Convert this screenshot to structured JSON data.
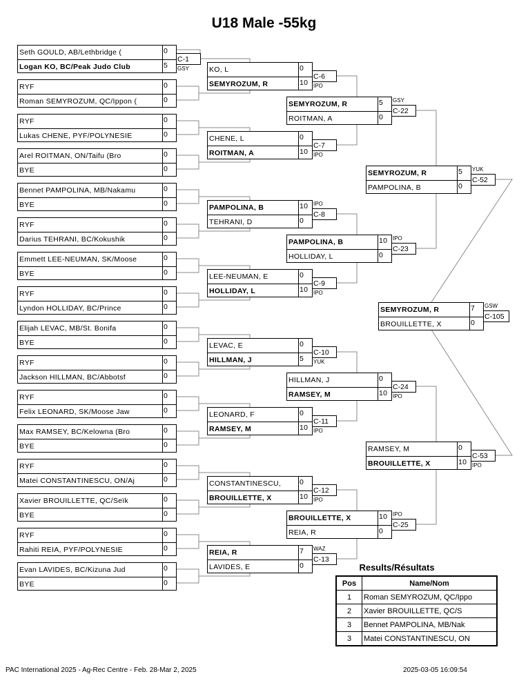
{
  "title": "U18 Male -55kg",
  "round1": [
    {
      "a": "Seth GOULD, AB/Lethbridge (",
      "as": "0",
      "b": "Logan KO, BC/Peak Judo Club",
      "bs": "5",
      "win": "b",
      "match": "C-1",
      "code": "GSY"
    },
    {
      "a": "RYF",
      "as": "0",
      "b": "Roman SEMYROZUM, QC/Ippon (",
      "bs": "0"
    },
    {
      "a": "RYF",
      "as": "0",
      "b": "Lukas CHENE, PYF/POLYNESIE",
      "bs": "0"
    },
    {
      "a": "Arel ROITMAN, ON/Taifu (Bro",
      "as": "0",
      "b": "BYE",
      "bs": "0"
    },
    {
      "a": "Bennet PAMPOLINA, MB/Nakamu",
      "as": "0",
      "b": "BYE",
      "bs": "0"
    },
    {
      "a": "RYF",
      "as": "0",
      "b": "Darius TEHRANI, BC/Kokushik",
      "bs": "0"
    },
    {
      "a": "Emmett LEE-NEUMAN, SK/Moose",
      "as": "0",
      "b": "BYE",
      "bs": "0"
    },
    {
      "a": "RYF",
      "as": "0",
      "b": "Lyndon HOLLIDAY, BC/Prince",
      "bs": "0"
    },
    {
      "a": "Elijah LEVAC, MB/St. Bonifa",
      "as": "0",
      "b": "BYE",
      "bs": "0"
    },
    {
      "a": "RYF",
      "as": "0",
      "b": "Jackson HILLMAN, BC/Abbotsf",
      "bs": "0"
    },
    {
      "a": "RYF",
      "as": "0",
      "b": "Felix LEONARD, SK/Moose Jaw",
      "bs": "0"
    },
    {
      "a": "Max RAMSEY, BC/Kelowna (Bro",
      "as": "0",
      "b": "BYE",
      "bs": "0"
    },
    {
      "a": "RYF",
      "as": "0",
      "b": "Matei CONSTANTINESCU, ON/Aj",
      "bs": "0"
    },
    {
      "a": "Xavier BROUILLETTE, QC/Seïk",
      "as": "0",
      "b": "BYE",
      "bs": "0"
    },
    {
      "a": "RYF",
      "as": "0",
      "b": "Rahiti REIA, PYF/POLYNESIE",
      "bs": "0"
    },
    {
      "a": "Evan LAVIDES, BC/Kizuna Jud",
      "as": "0",
      "b": "BYE",
      "bs": "0"
    }
  ],
  "round2": [
    {
      "a": "KO, L",
      "as": "0",
      "b": "SEMYROZUM, R",
      "bs": "10",
      "win": "b",
      "match": "C-6",
      "code": "IPO"
    },
    {
      "a": "CHENE, L",
      "as": "0",
      "b": "ROITMAN, A",
      "bs": "10",
      "win": "b",
      "match": "C-7",
      "code": "IPO"
    },
    {
      "a": "PAMPOLINA, B",
      "as": "10",
      "b": "TEHRANI, D",
      "bs": "0",
      "win": "a",
      "match": "C-8",
      "code": "IPO"
    },
    {
      "a": "LEE-NEUMAN, E",
      "as": "0",
      "b": "HOLLIDAY, L",
      "bs": "10",
      "win": "b",
      "match": "C-9",
      "code": "IPO"
    },
    {
      "a": "LEVAC, E",
      "as": "0",
      "b": "HILLMAN, J",
      "bs": "5",
      "win": "b",
      "match": "C-10",
      "code": "YUK"
    },
    {
      "a": "LEONARD, F",
      "as": "0",
      "b": "RAMSEY, M",
      "bs": "10",
      "win": "b",
      "match": "C-11",
      "code": "IPO"
    },
    {
      "a": "CONSTANTINESCU,",
      "as": "0",
      "b": "BROUILLETTE, X",
      "bs": "10",
      "win": "b",
      "match": "C-12",
      "code": "IPO"
    },
    {
      "a": "REIA, R",
      "as": "7",
      "b": "LAVIDES, E",
      "bs": "0",
      "win": "a",
      "match": "C-13",
      "code": "WAZ"
    }
  ],
  "round3": [
    {
      "a": "SEMYROZUM, R",
      "as": "5",
      "b": "ROITMAN, A",
      "bs": "0",
      "win": "a",
      "match": "C-22",
      "code": "GSY"
    },
    {
      "a": "PAMPOLINA, B",
      "as": "10",
      "b": "HOLLIDAY, L",
      "bs": "0",
      "win": "a",
      "match": "C-23",
      "code": "IPO"
    },
    {
      "a": "HILLMAN, J",
      "as": "0",
      "b": "RAMSEY, M",
      "bs": "10",
      "win": "b",
      "match": "C-24",
      "code": "IPO"
    },
    {
      "a": "BROUILLETTE, X",
      "as": "10",
      "b": "REIA, R",
      "bs": "0",
      "win": "a",
      "match": "C-25",
      "code": "IPO"
    }
  ],
  "round4": [
    {
      "a": "SEMYROZUM, R",
      "as": "5",
      "b": "PAMPOLINA, B",
      "bs": "0",
      "win": "a",
      "match": "C-52",
      "code": "YUK"
    },
    {
      "a": "RAMSEY, M",
      "as": "0",
      "b": "BROUILLETTE, X",
      "bs": "10",
      "win": "b",
      "match": "C-53",
      "code": "IPO"
    }
  ],
  "final": {
    "a": "SEMYROZUM, R",
    "as": "7",
    "b": "BROUILLETTE, X",
    "bs": "0",
    "win": "a",
    "match": "C-105",
    "code": "GSW"
  },
  "results": {
    "title": "Results/Résultats",
    "headers": [
      "Pos",
      "Name/Nom"
    ],
    "rows": [
      {
        "pos": "1",
        "name": "Roman SEMYROZUM, QC/Ippo"
      },
      {
        "pos": "2",
        "name": "Xavier BROUILLETTE, QC/S"
      },
      {
        "pos": "3",
        "name": "Bennet PAMPOLINA, MB/Nak"
      },
      {
        "pos": "3",
        "name": "Matei CONSTANTINESCU, ON"
      }
    ]
  },
  "footer": {
    "left": "PAC International 2025 - Ag-Rec Centre - Feb. 28-Mar 2, 2025",
    "right": "2025-03-05 16:09:54"
  },
  "colors": {
    "line": "#8a8a8a"
  }
}
